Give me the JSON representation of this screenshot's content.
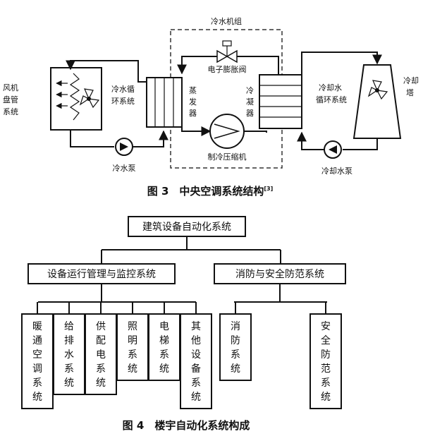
{
  "figure3": {
    "unit_label": "冷水机组",
    "expansion_valve": "电子膨胀阀",
    "fan_coil": [
      "风机",
      "盘管",
      "系统"
    ],
    "chilled_loop": [
      "冷水循",
      "环系统"
    ],
    "evaporator": [
      "蒸",
      "发",
      "器"
    ],
    "condenser": [
      "冷",
      "凝",
      "器"
    ],
    "cooling_loop": [
      "冷却水",
      "循环系统"
    ],
    "cooling_tower": [
      "冷却",
      "塔"
    ],
    "chilled_pump": "冷水泵",
    "compressor": "制冷压缩机",
    "cooling_pump": "冷却水泵",
    "caption": "图 3　中央空调系统结构",
    "ref": "[3]"
  },
  "figure4": {
    "root": "建筑设备自动化系统",
    "branches": [
      {
        "label": "设备运行管理与监控系统",
        "children": [
          "暖通空调系统",
          "给排水系统",
          "供配电系统",
          "照明系统",
          "电梯系统",
          "其他设备系统"
        ]
      },
      {
        "label": "消防与安全防范系统",
        "children": [
          "消防系统",
          "安全防范系统"
        ]
      }
    ],
    "caption": "图 4　楼宇自动化系统构成"
  }
}
